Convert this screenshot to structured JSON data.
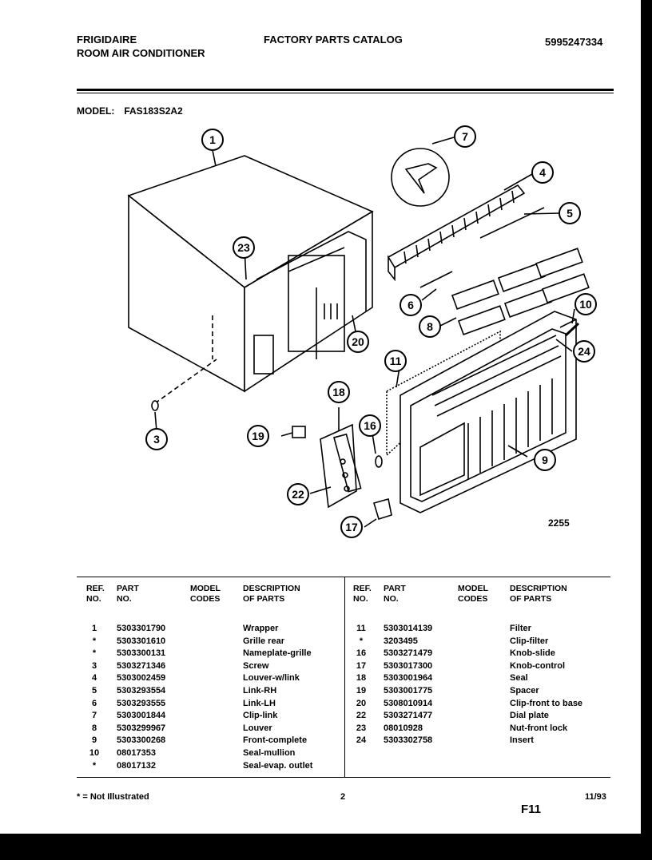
{
  "header": {
    "brand": "FRIGIDAIRE",
    "product": "ROOM AIR CONDITIONER",
    "catalog_title": "FACTORY PARTS CATALOG",
    "catalog_number": "5995247334"
  },
  "model": {
    "label": "MODEL:",
    "value": "FAS183S2A2"
  },
  "diagram": {
    "callouts": [
      "1",
      "3",
      "4",
      "5",
      "6",
      "7",
      "8",
      "9",
      "10",
      "11",
      "16",
      "17",
      "18",
      "19",
      "20",
      "22",
      "23",
      "24"
    ],
    "drawing_number": "2255"
  },
  "table": {
    "headers": {
      "ref": [
        "REF.",
        "NO."
      ],
      "part": [
        "PART",
        "NO."
      ],
      "model": [
        "MODEL",
        "CODES"
      ],
      "desc": [
        "DESCRIPTION",
        "OF PARTS"
      ]
    },
    "left_rows": [
      {
        "ref": "1",
        "part": "5303301790",
        "desc": "Wrapper"
      },
      {
        "ref": "*",
        "part": "5303301610",
        "desc": "Grille rear"
      },
      {
        "ref": "*",
        "part": "5303300131",
        "desc": "Nameplate-grille"
      },
      {
        "ref": "3",
        "part": "5303271346",
        "desc": "Screw"
      },
      {
        "ref": "4",
        "part": "5303002459",
        "desc": "Louver-w/link"
      },
      {
        "ref": "5",
        "part": "5303293554",
        "desc": "Link-RH"
      },
      {
        "ref": "6",
        "part": "5303293555",
        "desc": "Link-LH"
      },
      {
        "ref": "7",
        "part": "5303001844",
        "desc": "Clip-link"
      },
      {
        "ref": "8",
        "part": "5303299967",
        "desc": "Louver"
      },
      {
        "ref": "9",
        "part": "5303300268",
        "desc": "Front-complete"
      },
      {
        "ref": "10",
        "part": "08017353",
        "desc": "Seal-mullion"
      },
      {
        "ref": "*",
        "part": "08017132",
        "desc": "Seal-evap. outlet"
      }
    ],
    "right_rows": [
      {
        "ref": "11",
        "part": "5303014139",
        "desc": "Filter"
      },
      {
        "ref": "*",
        "part": "3203495",
        "desc": "Clip-filter"
      },
      {
        "ref": "16",
        "part": "5303271479",
        "desc": "Knob-slide"
      },
      {
        "ref": "17",
        "part": "5303017300",
        "desc": "Knob-control"
      },
      {
        "ref": "18",
        "part": "5303001964",
        "desc": "Seal"
      },
      {
        "ref": "19",
        "part": "5303001775",
        "desc": "Spacer"
      },
      {
        "ref": "20",
        "part": "5308010914",
        "desc": "Clip-front to base"
      },
      {
        "ref": "22",
        "part": "5303271477",
        "desc": "Dial plate"
      },
      {
        "ref": "23",
        "part": "08010928",
        "desc": "Nut-front lock"
      },
      {
        "ref": "24",
        "part": "5303302758",
        "desc": "Insert"
      }
    ]
  },
  "footer": {
    "note": "* = Not Illustrated",
    "page": "2",
    "section": "F11",
    "date": "11/93"
  }
}
